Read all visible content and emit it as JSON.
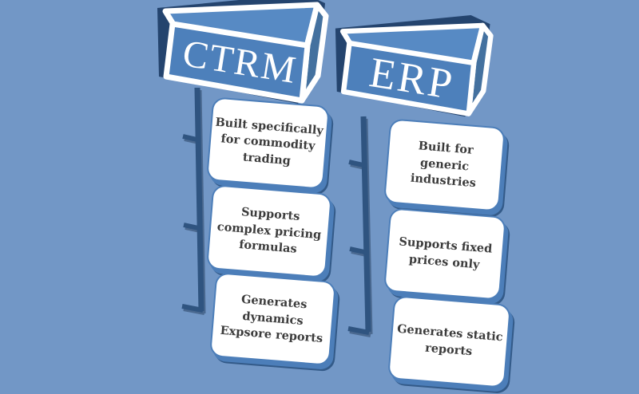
{
  "diagram_type": "comparison-list",
  "columns": [
    {
      "id": "ctrm",
      "header": "CTRM",
      "items": [
        {
          "text": "Built specifically\nfor commodity\ntrading"
        },
        {
          "text": "Supports\ncomplex pricing\nformulas"
        },
        {
          "text": "Generates\ndynamics\nExpsore reports"
        }
      ]
    },
    {
      "id": "erp",
      "header": "ERP",
      "items": [
        {
          "text": "Built for generic\nindustries"
        },
        {
          "text": "Supports fixed\nprices only"
        },
        {
          "text": "Generates static\nreports"
        }
      ]
    }
  ],
  "colors": {
    "background": "#7297c6",
    "header_box_fill": "#4d80bb",
    "header_box_outline": "#ffffff",
    "header_text": "#ffffff",
    "shadow_navy": "#2b4c74",
    "connector_line": "#2f5480",
    "item_fill": "#ffffff",
    "item_border": "#4c7eb9",
    "item_text": "#3c3c3c"
  }
}
